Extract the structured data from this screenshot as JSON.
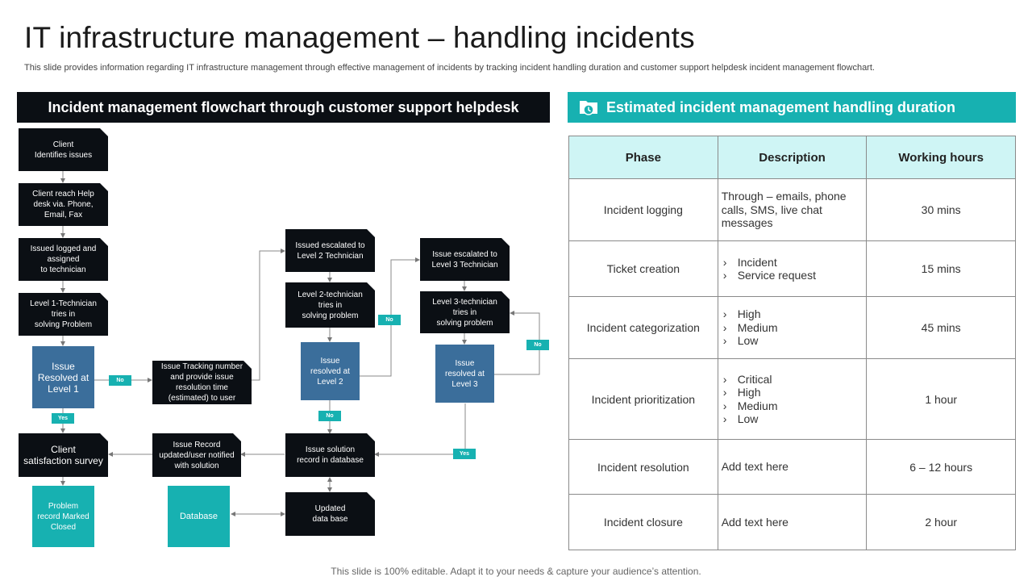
{
  "title": "IT infrastructure management – handling incidents",
  "subtitle": "This slide provides information regarding IT infrastructure management through effective management of incidents by tracking incident handling duration and customer support helpdesk incident management flowchart.",
  "left_header": "Incident management flowchart through customer support helpdesk",
  "right_header": "Estimated incident management handling duration",
  "flow": {
    "client_identifies": "Client\nIdentifies issues",
    "client_reach": "Client reach Help\ndesk via. Phone,\nEmail,  Fax",
    "issued_logged": "Issued logged and\nassigned\nto technician",
    "level1_tries": "Level 1-Technician\ntries in\nsolving Problem",
    "resolved_l1": "Issue\nResolved at\nLevel 1",
    "tracking": "Issue Tracking number\nand provide issue\nresolution time\n(estimated) to user",
    "survey": "Client\nsatisfaction survey",
    "problem_closed": "Problem\nrecord Marked\nClosed",
    "record_updated": "Issue Record\nupdated/user notified\nwith solution",
    "database": "Database",
    "escalated_l2": "Issued escalated to\nLevel 2 Technician",
    "level2_tries": "Level 2-technician\ntries in\nsolving problem",
    "resolved_l2": "Issue\nresolved at\nLevel 2",
    "solution_record": "Issue solution\nrecord in database",
    "updated_db": "Updated\ndata base",
    "escalated_l3": "Issue escalated to\nLevel 3 Technician",
    "level3_tries": "Level 3-technician\ntries in\nsolving problem",
    "resolved_l3": "Issue\nresolved at\nLevel 3",
    "tag_no": "No",
    "tag_yes": "Yes"
  },
  "table": {
    "headers": [
      "Phase",
      "Description",
      "Working hours"
    ],
    "rows": [
      {
        "phase": "Incident logging",
        "desc": "Through – emails, phone calls, SMS, live chat messages",
        "hours": "30 mins"
      },
      {
        "phase": "Ticket creation",
        "bullets": [
          "Incident",
          "Service request"
        ],
        "hours": "15 mins"
      },
      {
        "phase": "Incident categorization",
        "bullets": [
          "High",
          "Medium",
          "Low"
        ],
        "hours": "45 mins"
      },
      {
        "phase": "Incident prioritization",
        "bullets": [
          "Critical",
          "High",
          "Medium",
          "Low"
        ],
        "hours": "1 hour"
      },
      {
        "phase": "Incident resolution",
        "desc": "Add text here",
        "hours": "6 – 12 hours"
      },
      {
        "phase": "Incident closure",
        "desc": "Add text here",
        "hours": "2 hour"
      }
    ]
  },
  "footer": "This slide is 100% editable. Adapt it to your needs & capture your audience’s attention.",
  "colors": {
    "dark": "#0b0f14",
    "teal": "#17b1b1",
    "blue": "#3b6e9b",
    "table_header": "#cff5f5"
  }
}
